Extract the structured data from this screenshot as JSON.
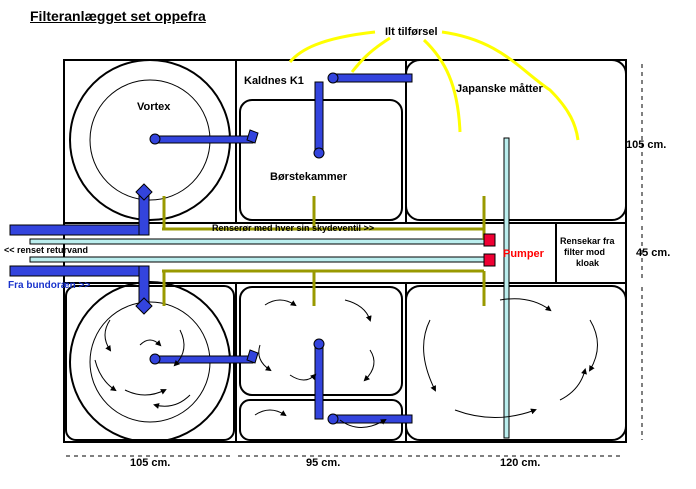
{
  "title": "Filteranlægget set oppefra",
  "labels": {
    "air_supply": "Ilt tilførsel",
    "cold_k1": "Kaldnes K1",
    "japanese_mats": "Japanske måtter",
    "vortex": "Vortex",
    "brush_chamber": "Børstekammer",
    "cleaning_pipe": "Renserør med hver sin skydeventil >>",
    "cleaned_return": "<< renset returvand",
    "pumps": "Pumper",
    "cleaning_vessel_line1": "Rensekar fra",
    "cleaning_vessel_line2": "filter mod",
    "cleaning_vessel_line3": "kloak",
    "from_bottom_drain": "Fra bundoræn >>"
  },
  "dimensions": {
    "height_top": "105 cm.",
    "height_middle": "45 cm.",
    "width_left": "105 cm.",
    "width_middle": "95 cm.",
    "width_right": "120 cm."
  },
  "colors": {
    "pipe_blue": "#3344dd",
    "pipe_olive": "#999900",
    "air_yellow": "#ffff00",
    "pump_red": "#ee0033",
    "return_cyan": "#bbeeee",
    "blue_text": "#1a33cc",
    "red_text": "#ff0000"
  }
}
